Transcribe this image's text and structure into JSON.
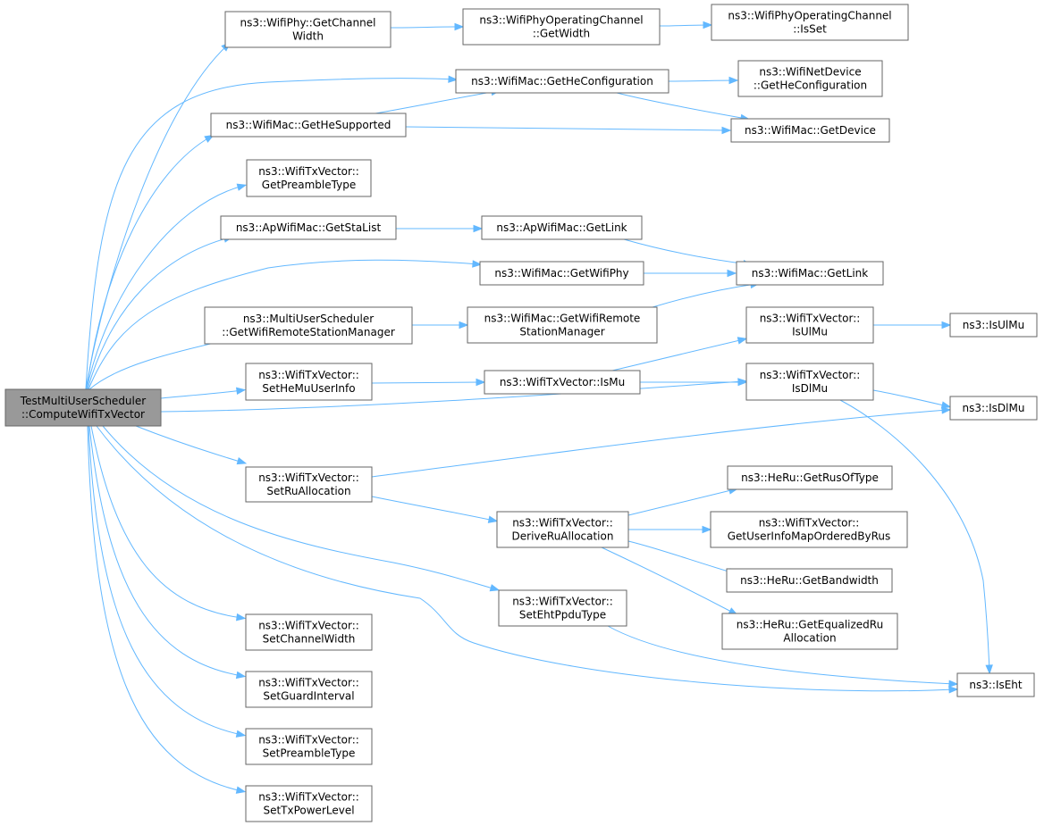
{
  "diagram": {
    "root": "n0",
    "nodes": [
      {
        "id": "n0",
        "lines": [
          "TestMultiUserScheduler",
          "::ComputeWifiTxVector"
        ],
        "is_root": true
      },
      {
        "id": "n1",
        "lines": [
          "ns3::WifiPhy::GetChannel",
          "Width"
        ]
      },
      {
        "id": "n2",
        "lines": [
          "ns3::WifiMac::GetHeConfiguration"
        ]
      },
      {
        "id": "n3",
        "lines": [
          "ns3::WifiMac::GetHeSupported"
        ]
      },
      {
        "id": "n4",
        "lines": [
          "ns3::WifiTxVector::",
          "GetPreambleType"
        ]
      },
      {
        "id": "n5",
        "lines": [
          "ns3::ApWifiMac::GetStaList"
        ]
      },
      {
        "id": "n6",
        "lines": [
          "ns3::WifiMac::GetWifiPhy"
        ]
      },
      {
        "id": "n7",
        "lines": [
          "ns3::MultiUserScheduler",
          "::GetWifiRemoteStationManager"
        ]
      },
      {
        "id": "n8",
        "lines": [
          "ns3::WifiTxVector::",
          "SetHeMuUserInfo"
        ]
      },
      {
        "id": "n9",
        "lines": [
          "ns3::WifiTxVector::",
          "IsDlMu"
        ]
      },
      {
        "id": "n10",
        "lines": [
          "ns3::IsDlMu"
        ]
      },
      {
        "id": "n11",
        "lines": [
          "ns3::WifiTxVector::",
          "SetRuAllocation"
        ]
      },
      {
        "id": "n12",
        "lines": [
          "ns3::WifiTxVector::",
          "SetEhtPpduType"
        ]
      },
      {
        "id": "n13",
        "lines": [
          "ns3::IsEht"
        ]
      },
      {
        "id": "n14",
        "lines": [
          "ns3::WifiTxVector::",
          "SetChannelWidth"
        ]
      },
      {
        "id": "n15",
        "lines": [
          "ns3::WifiTxVector::",
          "SetGuardInterval"
        ]
      },
      {
        "id": "n16",
        "lines": [
          "ns3::WifiTxVector::",
          "SetPreambleType"
        ]
      },
      {
        "id": "n17",
        "lines": [
          "ns3::WifiTxVector::",
          "SetTxPowerLevel"
        ]
      },
      {
        "id": "n18",
        "lines": [
          "ns3::WifiPhyOperatingChannel",
          "::GetWidth"
        ]
      },
      {
        "id": "n19",
        "lines": [
          "ns3::WifiPhyOperatingChannel",
          "::IsSet"
        ]
      },
      {
        "id": "n20",
        "lines": [
          "ns3::WifiNetDevice",
          "::GetHeConfiguration"
        ]
      },
      {
        "id": "n21",
        "lines": [
          "ns3::WifiMac::GetDevice"
        ]
      },
      {
        "id": "n22",
        "lines": [
          "ns3::ApWifiMac::GetLink"
        ]
      },
      {
        "id": "n23",
        "lines": [
          "ns3::WifiMac::GetLink"
        ]
      },
      {
        "id": "n24",
        "lines": [
          "ns3::WifiMac::GetWifiRemote",
          "StationManager"
        ]
      },
      {
        "id": "n25",
        "lines": [
          "ns3::WifiTxVector::IsMu"
        ]
      },
      {
        "id": "n26",
        "lines": [
          "ns3::WifiTxVector::",
          "IsUlMu"
        ]
      },
      {
        "id": "n27",
        "lines": [
          "ns3::IsUlMu"
        ]
      },
      {
        "id": "n28",
        "lines": [
          "ns3::WifiTxVector::",
          "DeriveRuAllocation"
        ]
      },
      {
        "id": "n29",
        "lines": [
          "ns3::HeRu::GetRusOfType"
        ]
      },
      {
        "id": "n30",
        "lines": [
          "ns3::WifiTxVector::",
          "GetUserInfoMapOrderedByRus"
        ]
      },
      {
        "id": "n31",
        "lines": [
          "ns3::HeRu::GetBandwidth"
        ]
      },
      {
        "id": "n32",
        "lines": [
          "ns3::HeRu::GetEqualizedRu",
          "Allocation"
        ]
      }
    ],
    "edges": [
      {
        "from": "n0",
        "to": "n1"
      },
      {
        "from": "n0",
        "to": "n2"
      },
      {
        "from": "n0",
        "to": "n3"
      },
      {
        "from": "n0",
        "to": "n4"
      },
      {
        "from": "n0",
        "to": "n5"
      },
      {
        "from": "n0",
        "to": "n6"
      },
      {
        "from": "n0",
        "to": "n7"
      },
      {
        "from": "n0",
        "to": "n8"
      },
      {
        "from": "n0",
        "to": "n9"
      },
      {
        "from": "n0",
        "to": "n11"
      },
      {
        "from": "n0",
        "to": "n12"
      },
      {
        "from": "n0",
        "to": "n13"
      },
      {
        "from": "n0",
        "to": "n14"
      },
      {
        "from": "n0",
        "to": "n15"
      },
      {
        "from": "n0",
        "to": "n16"
      },
      {
        "from": "n0",
        "to": "n17"
      },
      {
        "from": "n1",
        "to": "n18"
      },
      {
        "from": "n18",
        "to": "n19"
      },
      {
        "from": "n2",
        "to": "n20"
      },
      {
        "from": "n2",
        "to": "n21"
      },
      {
        "from": "n3",
        "to": "n2"
      },
      {
        "from": "n3",
        "to": "n21"
      },
      {
        "from": "n5",
        "to": "n22"
      },
      {
        "from": "n22",
        "to": "n23"
      },
      {
        "from": "n6",
        "to": "n23"
      },
      {
        "from": "n7",
        "to": "n24"
      },
      {
        "from": "n24",
        "to": "n23"
      },
      {
        "from": "n8",
        "to": "n25"
      },
      {
        "from": "n25",
        "to": "n26"
      },
      {
        "from": "n25",
        "to": "n9"
      },
      {
        "from": "n26",
        "to": "n27"
      },
      {
        "from": "n9",
        "to": "n10"
      },
      {
        "from": "n9",
        "to": "n13"
      },
      {
        "from": "n11",
        "to": "n10"
      },
      {
        "from": "n11",
        "to": "n28"
      },
      {
        "from": "n28",
        "to": "n29"
      },
      {
        "from": "n28",
        "to": "n30"
      },
      {
        "from": "n28",
        "to": "n31"
      },
      {
        "from": "n28",
        "to": "n32"
      },
      {
        "from": "n12",
        "to": "n13"
      }
    ]
  }
}
